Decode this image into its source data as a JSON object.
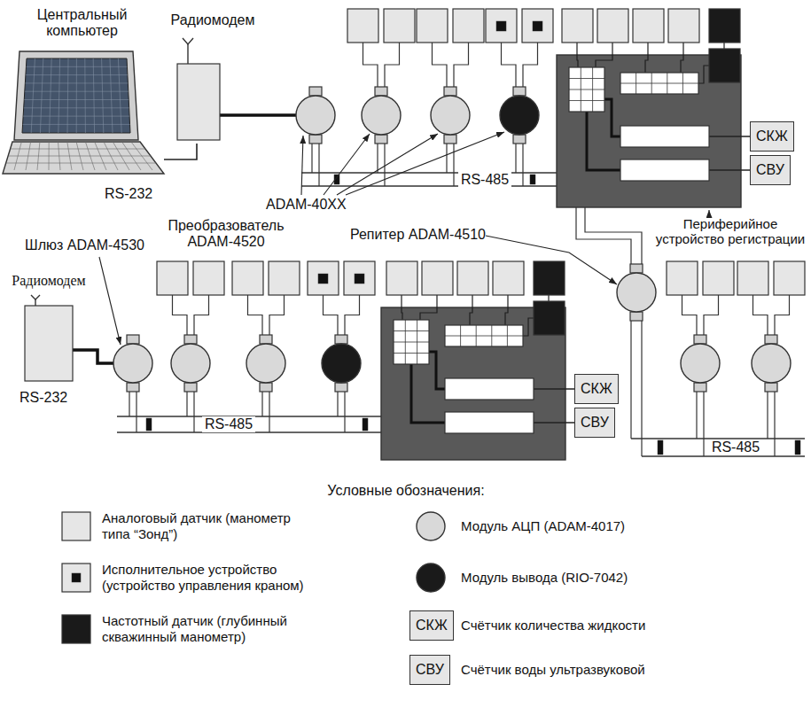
{
  "diagram": {
    "nodes": [
      {
        "text": [
          "Центральный компьютер"
        ]
      },
      {
        "text": [
          "Радиомодем"
        ]
      },
      {
        "text": [
          "Радиомодем"
        ]
      },
      {
        "text": [
          "СКЖ"
        ]
      },
      {
        "text": [
          "СВУ"
        ]
      },
      {
        "text": [
          "СКЖ"
        ]
      },
      {
        "text": [
          "СВУ"
        ]
      },
      {
        "text": [
          "СКЖ"
        ]
      },
      {
        "text": [
          "СВУ"
        ]
      }
    ],
    "edges": [
      {
        "from": 0,
        "to": 1,
        "label": "RS-232",
        "arrow": "none"
      }
    ],
    "labels": [
      "RS-485",
      "ADAM-40XX",
      "Шлюз ADAM-4530",
      "Преобразователь ADAM-4520",
      "Репитер ADAM-4510",
      "Периферийное устройство регистрации",
      "RS-232",
      "RS-485",
      "RS-485",
      "Условные обозначения:"
    ],
    "legend": [
      {
        "text": "Аналоговый датчик (манометр типа “Зонд”)",
        "color": "#e6e6e6"
      },
      {
        "text": "Исполнительное устройство (устройство управления краном)"
      },
      {
        "text": "Частотный датчик (глубинный скважинный манометр)",
        "color": "#1a1a1a"
      },
      {
        "text": "Модуль АЦП (ADAM-4017)"
      },
      {
        "text": "Модуль вывода (RIO-7042)"
      },
      {
        "text": "Счётчик количества жидкости"
      },
      {
        "text": "Счётчик воды ультразвуковой"
      }
    ]
  }
}
